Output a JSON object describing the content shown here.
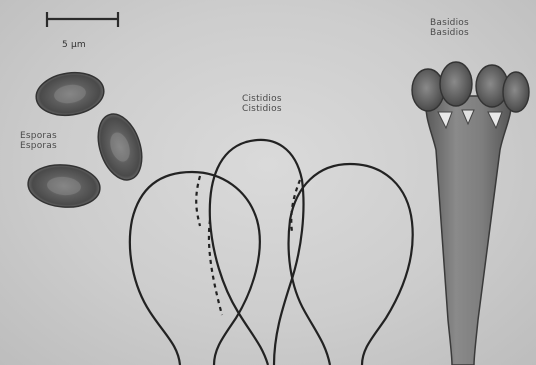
{
  "scale_bar": {
    "label": "5 µm"
  },
  "spores": {
    "label_es": "Esporas",
    "label_en": "Esporas"
  },
  "cystidia": {
    "label_es": "Cistidios",
    "label_en": "Cistidios"
  },
  "basidia": {
    "label_es": "Basidios",
    "label_en": "Basidios"
  },
  "colors": {
    "background": "#cfcfcf",
    "outline": "#2b2b2b",
    "spore_fill": "#6b6b6b",
    "basidium_fill": "#777777"
  }
}
